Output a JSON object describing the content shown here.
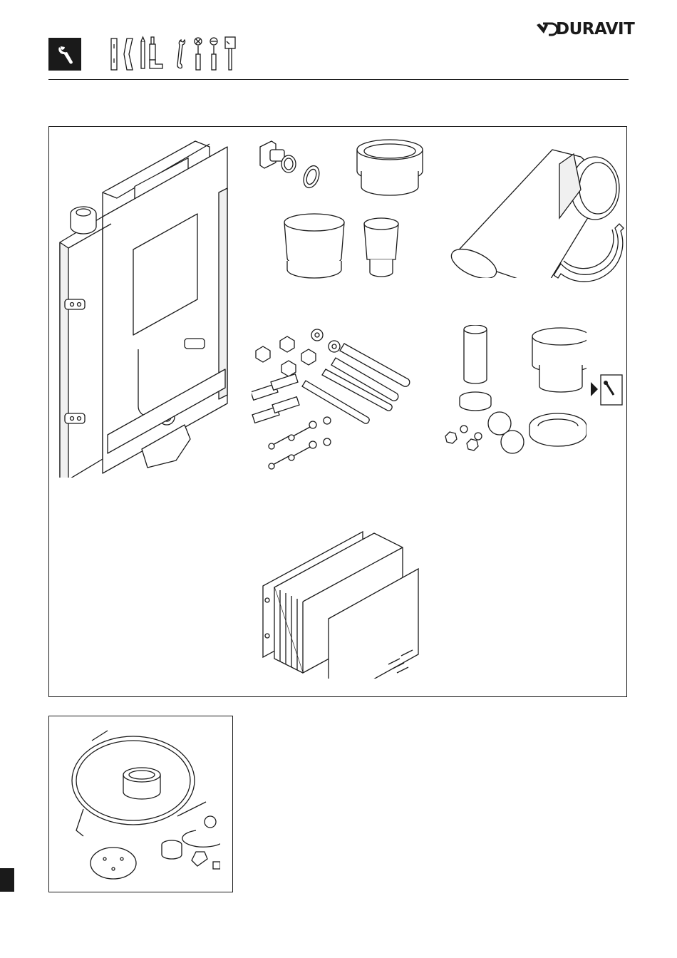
{
  "brand": {
    "name": "DURAVIT"
  },
  "header": {
    "section_icon": "wrench-icon",
    "tools": [
      "level-icon",
      "folding-rule-icon",
      "pencil-icon",
      "drill-icon",
      "wrench-icon",
      "phillips-screwdriver-icon",
      "flat-screwdriver-icon",
      "spatula-icon"
    ]
  },
  "components": {
    "main": [
      "wall-frame-cistern",
      "angle-valve",
      "pipe-connector",
      "reducer-sleeve",
      "connector-sleeve",
      "drain-bend",
      "bend-bracket",
      "fixing-kit",
      "drain-accessories",
      "manual-reference-icon",
      "installation-box"
    ],
    "sub": [
      "electrical-kit"
    ]
  },
  "colors": {
    "ink": "#1a1a1a",
    "paper": "#ffffff",
    "shade": "#e6e6e6"
  }
}
